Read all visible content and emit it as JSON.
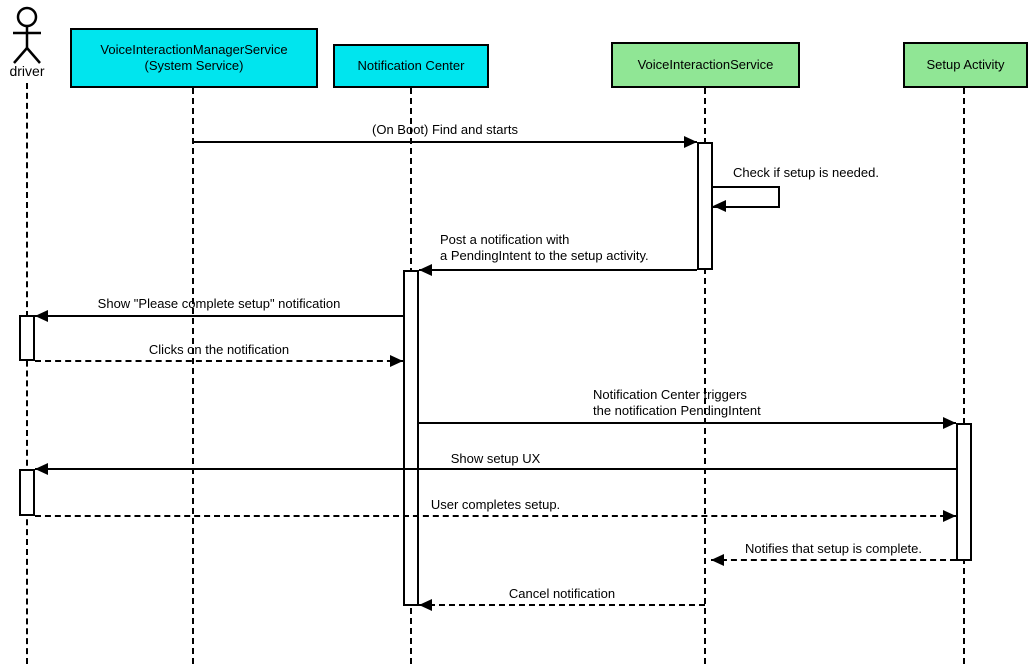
{
  "diagram": {
    "type": "uml-sequence-diagram",
    "background": "#ffffff",
    "colors": {
      "system_service_fill": "#00e5ee",
      "app_component_fill": "#90e695",
      "line": "#000000"
    },
    "participants": [
      {
        "id": "driver",
        "label": "driver",
        "kind": "actor"
      },
      {
        "id": "voice-interaction-manager-service",
        "label": "VoiceInteractionManagerService\n(System Service)",
        "kind": "system-service",
        "fill": "#00e5ee"
      },
      {
        "id": "notification-center",
        "label": "Notification Center",
        "kind": "system-service",
        "fill": "#00e5ee"
      },
      {
        "id": "voice-interaction-service",
        "label": "VoiceInteractionService",
        "kind": "app-component",
        "fill": "#90e695"
      },
      {
        "id": "setup-activity",
        "label": "Setup Activity",
        "kind": "app-component",
        "fill": "#90e695"
      }
    ],
    "messages": [
      {
        "label": "(On Boot) Find and starts",
        "from": "voice-interaction-manager-service",
        "to": "voice-interaction-service",
        "style": "solid"
      },
      {
        "label": "Check if setup is needed.",
        "from": "voice-interaction-service",
        "to": "voice-interaction-service",
        "style": "self"
      },
      {
        "label": "Post a notification with\na PendingIntent to the setup activity.",
        "from": "voice-interaction-service",
        "to": "notification-center",
        "style": "solid"
      },
      {
        "label": "Show \"Please complete setup\" notification",
        "from": "notification-center",
        "to": "driver",
        "style": "solid"
      },
      {
        "label": "Clicks on the notification",
        "from": "driver",
        "to": "notification-center",
        "style": "dashed"
      },
      {
        "label": "Notification Center triggers\nthe notification PendingIntent",
        "from": "notification-center",
        "to": "setup-activity",
        "style": "solid"
      },
      {
        "label": "Show setup UX",
        "from": "setup-activity",
        "to": "driver",
        "style": "solid"
      },
      {
        "label": "User completes setup.",
        "from": "driver",
        "to": "setup-activity",
        "style": "dashed"
      },
      {
        "label": "Notifies that setup is complete.",
        "from": "setup-activity",
        "to": "voice-interaction-service",
        "style": "dashed"
      },
      {
        "label": "Cancel notification",
        "from": "voice-interaction-service",
        "to": "notification-center",
        "style": "dashed"
      }
    ]
  }
}
